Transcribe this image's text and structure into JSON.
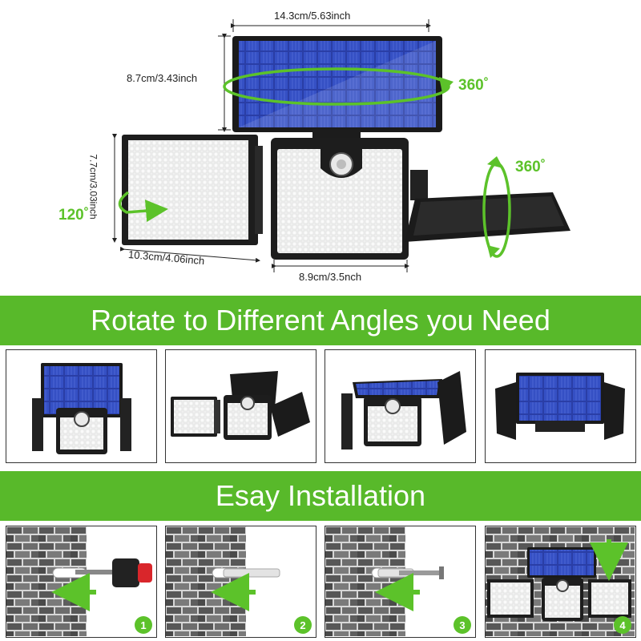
{
  "dimensions": {
    "top_width": "14.3cm/5.63inch",
    "top_height": "8.7cm/3.43inch",
    "side_height": "7.7cm/3.03inch",
    "side_width": "10.3cm/4.06inch",
    "center_width": "8.9cm/3.5nch"
  },
  "angles": {
    "top_rotation": "360˚",
    "right_rotation": "360˚",
    "left_rotation": "120˚"
  },
  "banners": {
    "rotate": "Rotate to Different Angles you Need",
    "install": "Esay Installation"
  },
  "install_steps": [
    "1",
    "2",
    "3",
    "4"
  ],
  "colors": {
    "banner_green": "#58b92a",
    "arrow_green": "#5cc22a",
    "panel_blue": "#2b3fa8"
  }
}
